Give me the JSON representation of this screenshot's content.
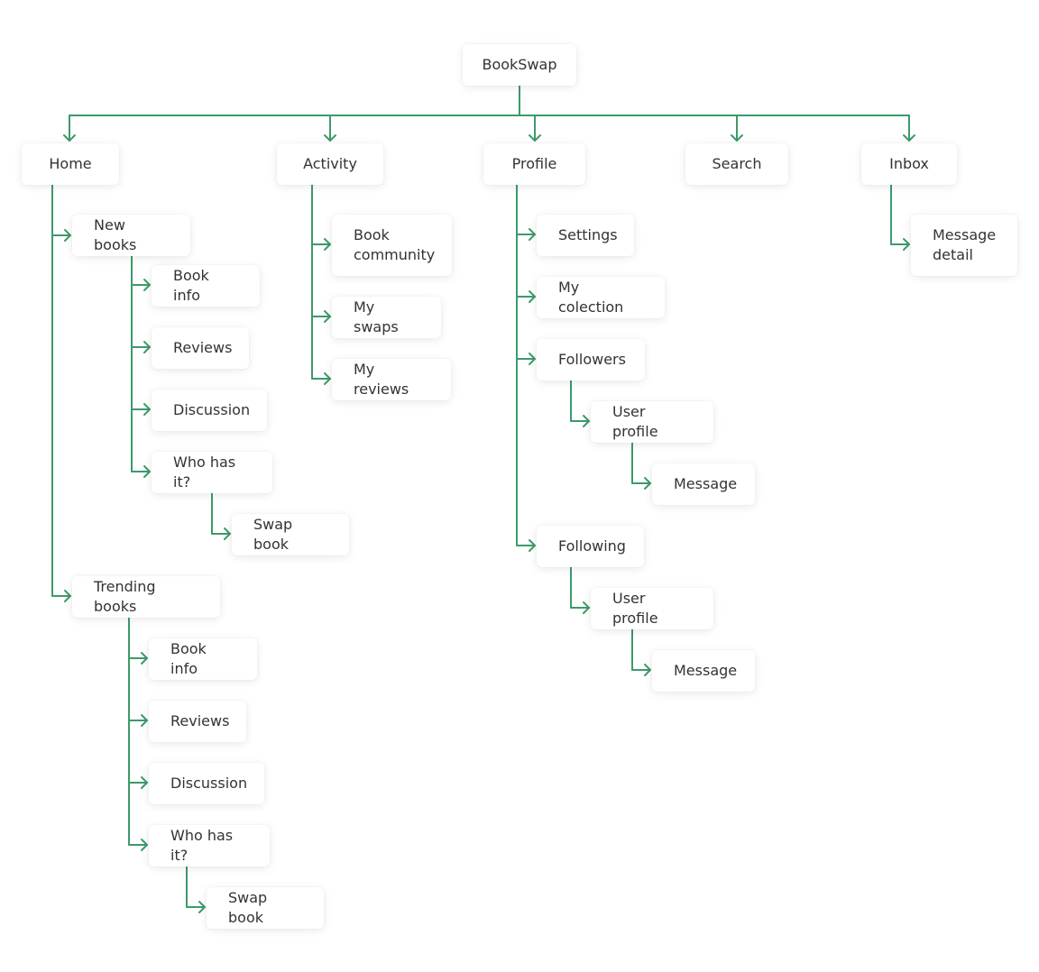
{
  "colors": {
    "connector": "#3d9a6a",
    "node_bg": "#ffffff",
    "text": "#333333"
  },
  "root": "BookSwap",
  "sections": {
    "home": {
      "label": "Home",
      "new_books": {
        "label": "New books",
        "items": [
          "Book info",
          "Reviews",
          "Discussion",
          "Who has it?"
        ],
        "swap": "Swap book"
      },
      "trending_books": {
        "label": "Trending books",
        "items": [
          "Book info",
          "Reviews",
          "Discussion",
          "Who has it?"
        ],
        "swap": "Swap book"
      }
    },
    "activity": {
      "label": "Activity",
      "items": [
        "Book community",
        "My swaps",
        "My reviews"
      ]
    },
    "profile": {
      "label": "Profile",
      "settings": "Settings",
      "collection": "My colection",
      "followers": {
        "label": "Followers",
        "user_profile": "User profile",
        "message": "Message"
      },
      "following": {
        "label": "Following",
        "user_profile": "User profile",
        "message": "Message"
      }
    },
    "search": {
      "label": "Search"
    },
    "inbox": {
      "label": "Inbox",
      "items": [
        "Message detail"
      ]
    }
  }
}
